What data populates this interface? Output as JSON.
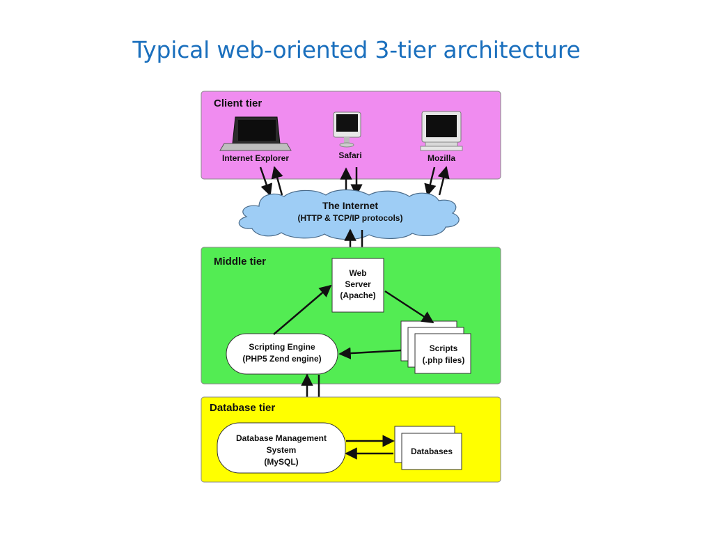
{
  "slide": {
    "title": "Typical web-oriented 3-tier architecture"
  },
  "tiers": {
    "client": {
      "label": "Client tier",
      "color": "#f08cf0"
    },
    "middle": {
      "label": "Middle tier",
      "color": "#53ec53"
    },
    "database": {
      "label": "Database tier",
      "color": "#ffff00"
    }
  },
  "clients": [
    {
      "label": "Internet Explorer",
      "icon": "laptop-icon"
    },
    {
      "label": "Safari",
      "icon": "imac-icon"
    },
    {
      "label": "Mozilla",
      "icon": "crt-monitor-icon"
    }
  ],
  "internet": {
    "line1": "The Internet",
    "line2": "(HTTP & TCP/IP protocols)",
    "color": "#9ecdf5"
  },
  "web_server": {
    "line1": "Web",
    "line2": "Server",
    "line3": "(Apache)"
  },
  "scripting_engine": {
    "line1": "Scripting Engine",
    "line2": "(PHP5 Zend engine)"
  },
  "scripts": {
    "line1": "Scripts",
    "line2": "(.php files)"
  },
  "dbms": {
    "line1": "Database Management",
    "line2": "System",
    "line3": "(MySQL)"
  },
  "databases": {
    "label": "Databases"
  }
}
